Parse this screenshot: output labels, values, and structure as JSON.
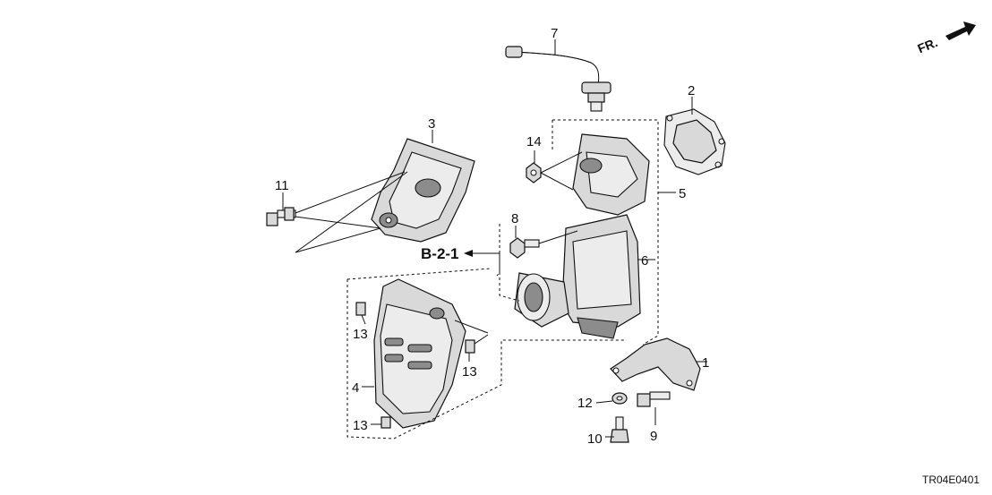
{
  "direction_label": "FR.",
  "reference_label": "B-2-1",
  "diagram_code": "TR04E0401",
  "callouts": {
    "c1": "1",
    "c2": "2",
    "c3": "3",
    "c4": "4",
    "c5": "5",
    "c6": "6",
    "c7": "7",
    "c8": "8",
    "c9": "9",
    "c10": "10",
    "c11": "11",
    "c12": "12",
    "c13a": "13",
    "c13b": "13",
    "c13c": "13",
    "c14": "14"
  }
}
